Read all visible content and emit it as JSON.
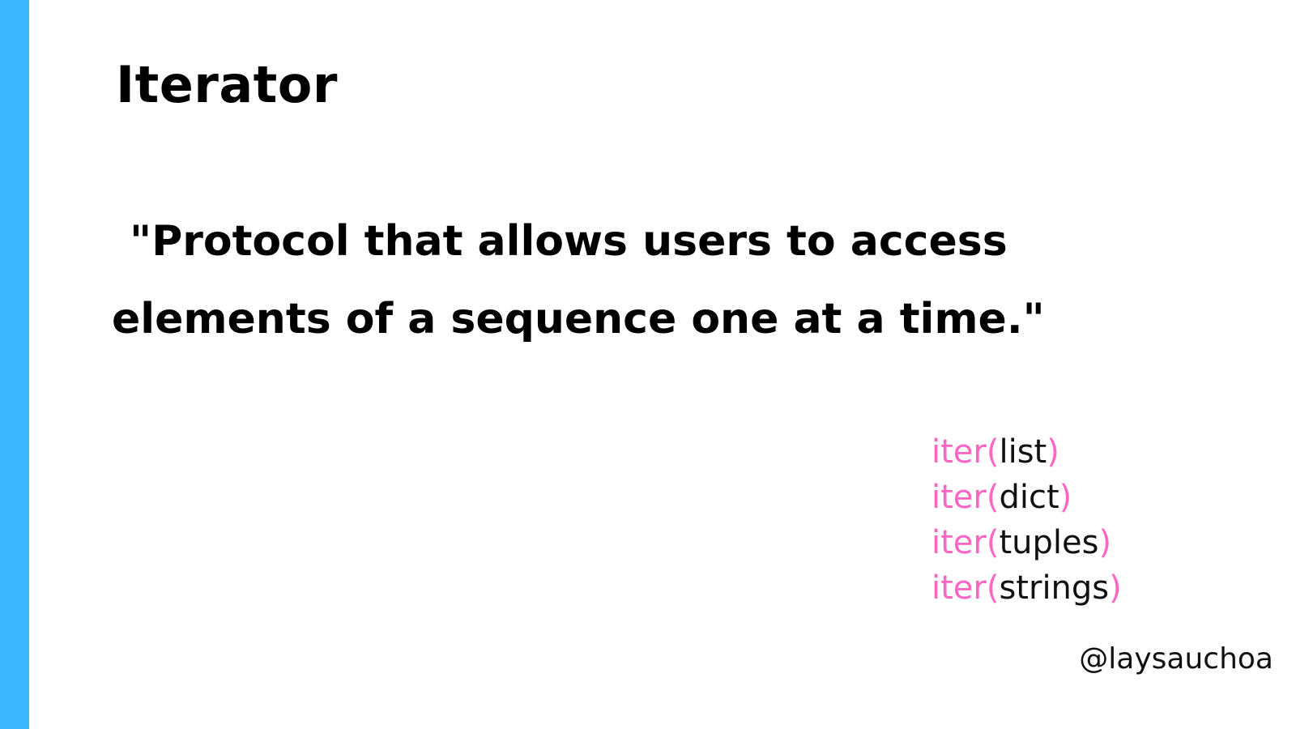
{
  "colors": {
    "accent_bar": "#38b6ff",
    "code_keyword": "#ff66c4",
    "text": "#000000",
    "background": "#ffffff"
  },
  "slide": {
    "title": "Iterator",
    "quote_line_1": "\"Protocol that allows users to access",
    "quote_line_2": "elements of a sequence one at a time.\"",
    "code_examples": [
      {
        "func": "iter",
        "open": "(",
        "arg": "list",
        "close": ")"
      },
      {
        "func": "iter",
        "open": "(",
        "arg": "dict",
        "close": ")"
      },
      {
        "func": "iter",
        "open": "(",
        "arg": "tuples",
        "close": ")"
      },
      {
        "func": "iter",
        "open": "(",
        "arg": "strings",
        "close": ")"
      }
    ],
    "handle": "@laysauchoa"
  }
}
